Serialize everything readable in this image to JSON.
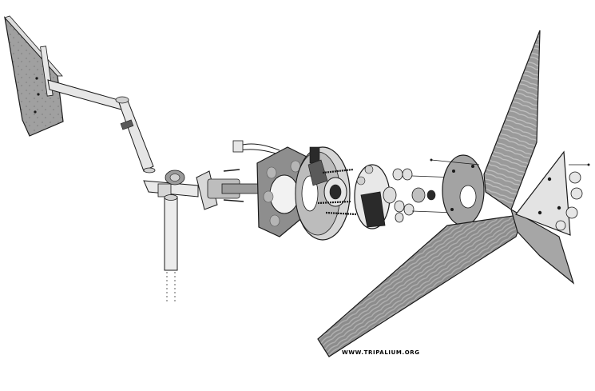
{
  "credit_text": "WWW.TRIPALIUM.ORG",
  "colors": {
    "background": "#ffffff",
    "outline": "#1a1a1a",
    "metal_light": "#e6e6e6",
    "metal_mid": "#bdbdbd",
    "wood_dark": "#6f6f6f",
    "wood_mid": "#8c8c8c",
    "wood_light": "#a9a9a9",
    "dark_part": "#2a2a2a"
  },
  "parts": [
    {
      "name": "tail-vane",
      "kind": "plywood tail vane"
    },
    {
      "name": "tail-boom",
      "kind": "steel tail boom"
    },
    {
      "name": "yaw-pipe",
      "kind": "yaw bearing pipe"
    },
    {
      "name": "mast-pipe",
      "kind": "tower mast pipe"
    },
    {
      "name": "alternator-frame",
      "kind": "steel frame with hub bearing"
    },
    {
      "name": "stator",
      "kind": "resin stator with coils"
    },
    {
      "name": "rear-magnet-rotor",
      "kind": "magnet rotor disc"
    },
    {
      "name": "front-magnet-rotor",
      "kind": "magnet rotor disc with studs"
    },
    {
      "name": "hub-plate",
      "kind": "blade mounting plate"
    },
    {
      "name": "blade-top",
      "kind": "wooden blade"
    },
    {
      "name": "blade-bottom",
      "kind": "wooden blade"
    },
    {
      "name": "blade-right",
      "kind": "wooden blade"
    },
    {
      "name": "front-plate",
      "kind": "triangular plywood front plate"
    }
  ]
}
